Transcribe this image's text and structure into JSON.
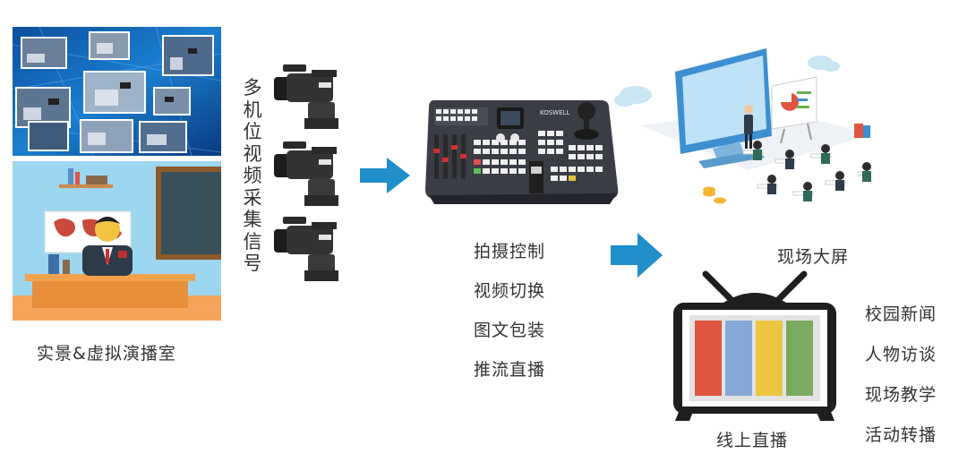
{
  "studio": {
    "caption": "实景&虚拟演播室"
  },
  "capture": {
    "label": "多机位视频采集信号"
  },
  "switcher": {
    "brand": "KOSWELL",
    "functions": [
      "拍摄控制",
      "视频切换",
      "图文包装",
      "推流直播"
    ]
  },
  "outputs": {
    "screen_label": "现场大屏",
    "live_label": "线上直播",
    "live_uses": [
      "校园新闻",
      "人物访谈",
      "现场教学",
      "活动转播"
    ]
  },
  "colors": {
    "arrow": "#1f8ec9",
    "tv_bar_red": "#e0553f",
    "tv_bar_blue": "#86a8d6",
    "tv_bar_yellow": "#ecc640",
    "tv_bar_green": "#79ab5f"
  },
  "icons": [
    "camera-icon",
    "arrow-right-icon",
    "tv-icon",
    "monitor-icon",
    "presenter-icon",
    "student-icon",
    "coin-icon",
    "cloud-icon",
    "chart-icon"
  ]
}
